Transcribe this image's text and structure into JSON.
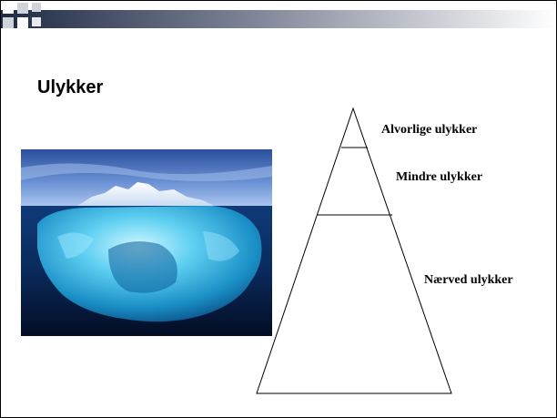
{
  "slide": {
    "title": "Ulykker"
  },
  "image": {
    "subject": "iceberg-icon"
  },
  "pyramid": {
    "levels": [
      {
        "label": "Alvorlige ulykker"
      },
      {
        "label": "Mindre ulykker"
      },
      {
        "label": "Nærved ulykker"
      }
    ]
  },
  "colors": {
    "header_start": "#1f2a44",
    "header_end": "#ffffff",
    "logo_dark": "#1f2a44",
    "logo_light": "#cfd3da",
    "line": "#000000"
  }
}
